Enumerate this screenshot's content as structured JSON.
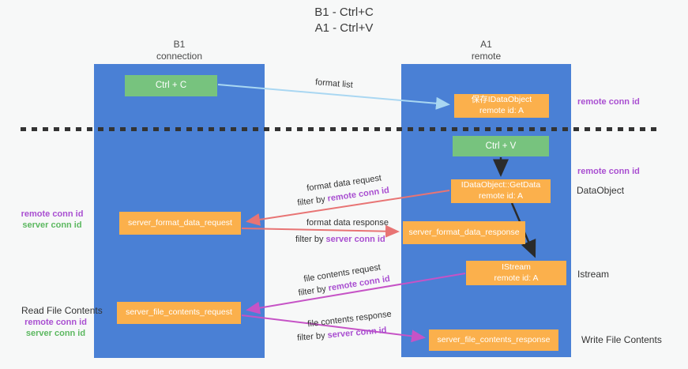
{
  "title": {
    "line1": "B1 - Ctrl+C",
    "line2": "A1 - Ctrl+V"
  },
  "lifelines": {
    "left": {
      "name": "B1",
      "role": "connection"
    },
    "right": {
      "name": "A1",
      "role": "remote"
    }
  },
  "nodes": {
    "ctrl_c": {
      "label": "Ctrl + C"
    },
    "save_idataobject": {
      "line1": "保存IDataObject",
      "line2": "remote id: A"
    },
    "ctrl_v": {
      "label": "Ctrl + V"
    },
    "getdata": {
      "line1": "IDataObject::GetData",
      "line2": "remote id: A"
    },
    "format_request": {
      "label": "server_format_data_request"
    },
    "format_response": {
      "label": "server_format_data_response"
    },
    "istream": {
      "line1": "IStream",
      "line2": "remote id: A"
    },
    "file_request": {
      "label": "server_file_contents_request"
    },
    "file_response": {
      "label": "server_file_contents_response"
    }
  },
  "arrow_labels": {
    "format_list": "format list",
    "format_data_request": "format data request",
    "format_data_request_filter_prefix": "filter by ",
    "format_data_request_filter_key": "remote conn id",
    "format_data_response": "format data response",
    "format_data_response_filter_prefix": "filter by ",
    "format_data_response_filter_key": "server conn id",
    "file_contents_request": "file contents request",
    "file_contents_request_filter_prefix": "filter by ",
    "file_contents_request_filter_key": "remote conn id",
    "file_contents_response": "file contents response",
    "file_contents_response_filter_prefix": "filter by ",
    "file_contents_response_filter_key": "server conn id"
  },
  "side_labels": {
    "right_remote_conn_top": "remote conn id",
    "right_remote_conn_mid": "remote conn id",
    "dataobject": "DataObject",
    "istream": "Istream",
    "write_file_contents": "Write File Contents",
    "left_remote_conn_mid": "remote conn id",
    "left_server_conn_mid": "server conn id",
    "read_file_contents": "Read File Contents",
    "left_remote_conn_bottom": "remote conn id",
    "left_server_conn_bottom": "server conn id"
  },
  "colors": {
    "lifeline_blue": "#4a80d5",
    "box_green": "#77c37e",
    "box_orange": "#fbb04c",
    "arrow_light_blue": "#a9d7f2",
    "arrow_salmon": "#e87474",
    "arrow_magenta": "#c653c6",
    "arrow_black": "#2b2b2b",
    "text_purple": "#a94fd1",
    "text_green": "#5cb860",
    "dash_dark": "#333333"
  }
}
